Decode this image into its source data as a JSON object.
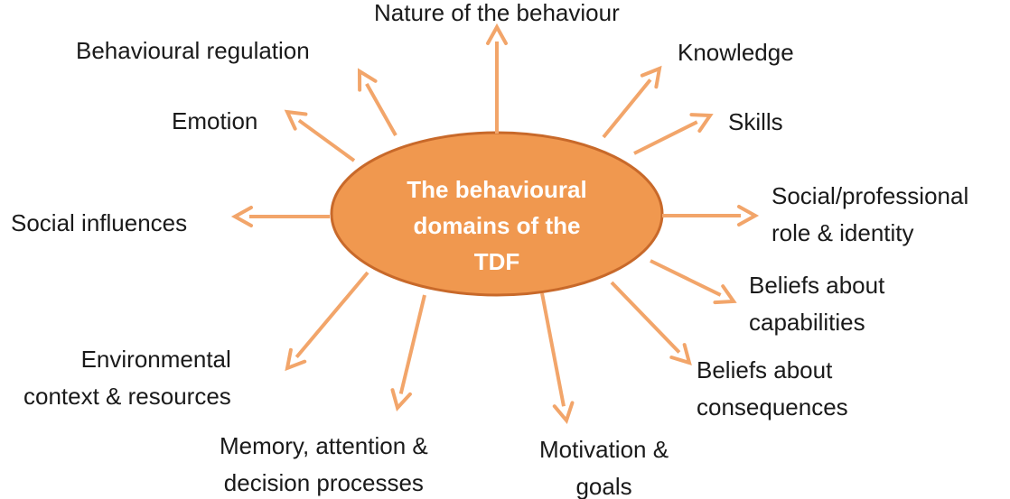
{
  "diagram": {
    "center": {
      "lines": [
        "The behavioural",
        "domains of the",
        "TDF"
      ]
    },
    "domains": [
      {
        "id": "nature",
        "lines": [
          "Nature of the behaviour"
        ]
      },
      {
        "id": "knowledge",
        "lines": [
          "Knowledge"
        ]
      },
      {
        "id": "skills",
        "lines": [
          "Skills"
        ]
      },
      {
        "id": "social-professional",
        "lines": [
          "Social/professional",
          "role & identity"
        ]
      },
      {
        "id": "beliefs-capabilities",
        "lines": [
          "Beliefs about",
          "capabilities"
        ]
      },
      {
        "id": "beliefs-consequences",
        "lines": [
          "Beliefs about",
          "consequences"
        ]
      },
      {
        "id": "motivation",
        "lines": [
          "Motivation &",
          "goals"
        ]
      },
      {
        "id": "memory",
        "lines": [
          "Memory, attention &",
          "decision processes"
        ]
      },
      {
        "id": "environmental",
        "lines": [
          "Environmental",
          "context & resources"
        ]
      },
      {
        "id": "social-influences",
        "lines": [
          "Social influences"
        ]
      },
      {
        "id": "emotion",
        "lines": [
          "Emotion"
        ]
      },
      {
        "id": "behavioural-regulation",
        "lines": [
          "Behavioural regulation"
        ]
      }
    ],
    "colors": {
      "hub_fill": "#f0984f",
      "hub_stroke": "#c8692a",
      "arrow": "#f2a56a",
      "hub_text": "#ffffff",
      "label_text": "#1a1a1a"
    }
  }
}
